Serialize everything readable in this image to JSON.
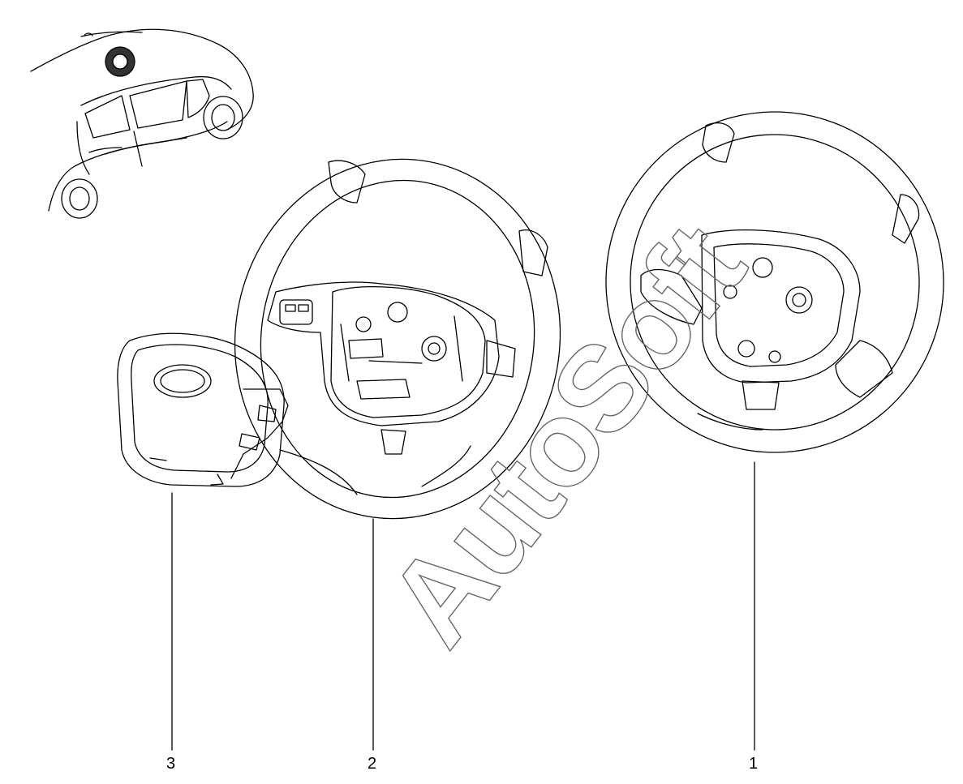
{
  "callouts": {
    "part1": "1",
    "part2": "2",
    "part3": "3"
  },
  "watermark": {
    "text": "AutoSoft"
  },
  "colors": {
    "line": "#000000",
    "background": "#ffffff",
    "watermark_stroke": "#666666"
  }
}
